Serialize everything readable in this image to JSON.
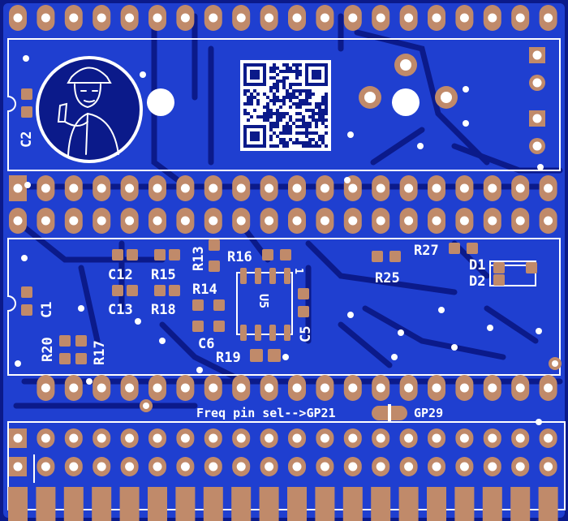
{
  "board": {
    "colors": {
      "substrate": "#0b1a8a",
      "copper_fill": "#1f3fd0",
      "trace": "#2a55ff",
      "pad": "#c08a6a",
      "drill": "#ffffff",
      "silk": "#ffffff"
    }
  },
  "labels": {
    "c2": "C2",
    "c1": "C1",
    "c12": "C12",
    "r15": "R15",
    "r13": "R13",
    "r16": "R16",
    "c13": "C13",
    "r18": "R18",
    "r14": "R14",
    "c6": "C6",
    "r19": "R19",
    "u5": "U5",
    "c5": "C5",
    "r20": "R20",
    "r17": "R17",
    "r25": "R25",
    "r27": "R27",
    "d1": "D1",
    "d2": "D2",
    "pin1_mark": "1",
    "freq_sel": "Freq pin sel-->GP21",
    "gp29": "GP29"
  },
  "icons": {
    "logo": "cartoon-man-thumbs-up-logo",
    "qr": "qr-code"
  }
}
